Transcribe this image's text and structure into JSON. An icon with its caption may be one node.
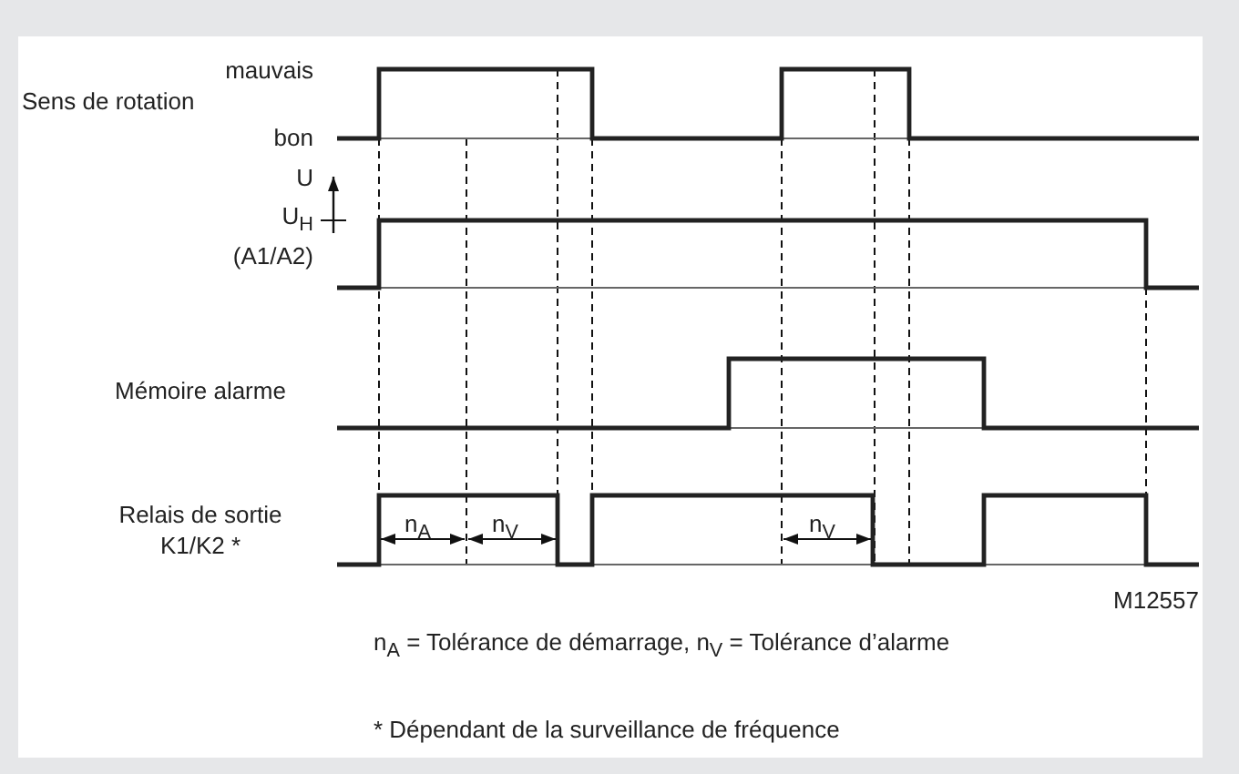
{
  "diagram": {
    "labels": [
      "mauvais",
      "Sens de rotation",
      "bon",
      "U",
      "U$_{H}$",
      "(A1/A2)",
      "Mémoire alarme",
      "Relais de sortie K1/K2 *",
      "n$_{A}$",
      "n$_{V}$",
      "n$_{V}$",
      "M12557",
      "n$_{A}$ = Tolérance de démarrage, n$_{V}$ = Tolérance d’alarme",
      "* Dépendant de la surveillance de fréquence"
    ]
  }
}
